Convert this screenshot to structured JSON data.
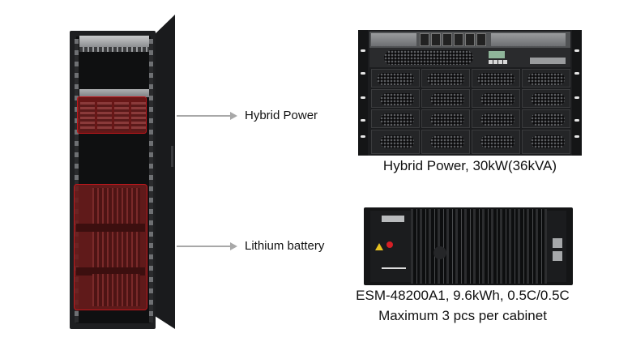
{
  "diagram": {
    "cabinet": {
      "callouts": [
        {
          "label": "Hybrid Power",
          "target": "hybrid-power-section"
        },
        {
          "label": "Lithium battery",
          "target": "lithium-battery-section"
        }
      ],
      "highlight_color": "#c0171c"
    },
    "products": [
      {
        "id": "hybrid-power",
        "caption": "Hybrid Power, 30kW(36kVA)"
      },
      {
        "id": "lithium-battery",
        "caption_lines": [
          "ESM-48200A1, 9.6kWh, 0.5C/0.5C",
          "Maximum 3 pcs per cabinet"
        ]
      }
    ],
    "colors": {
      "arrow": "#a8a8a8",
      "cabinet": "#1e1f21",
      "text": "#111111"
    }
  }
}
